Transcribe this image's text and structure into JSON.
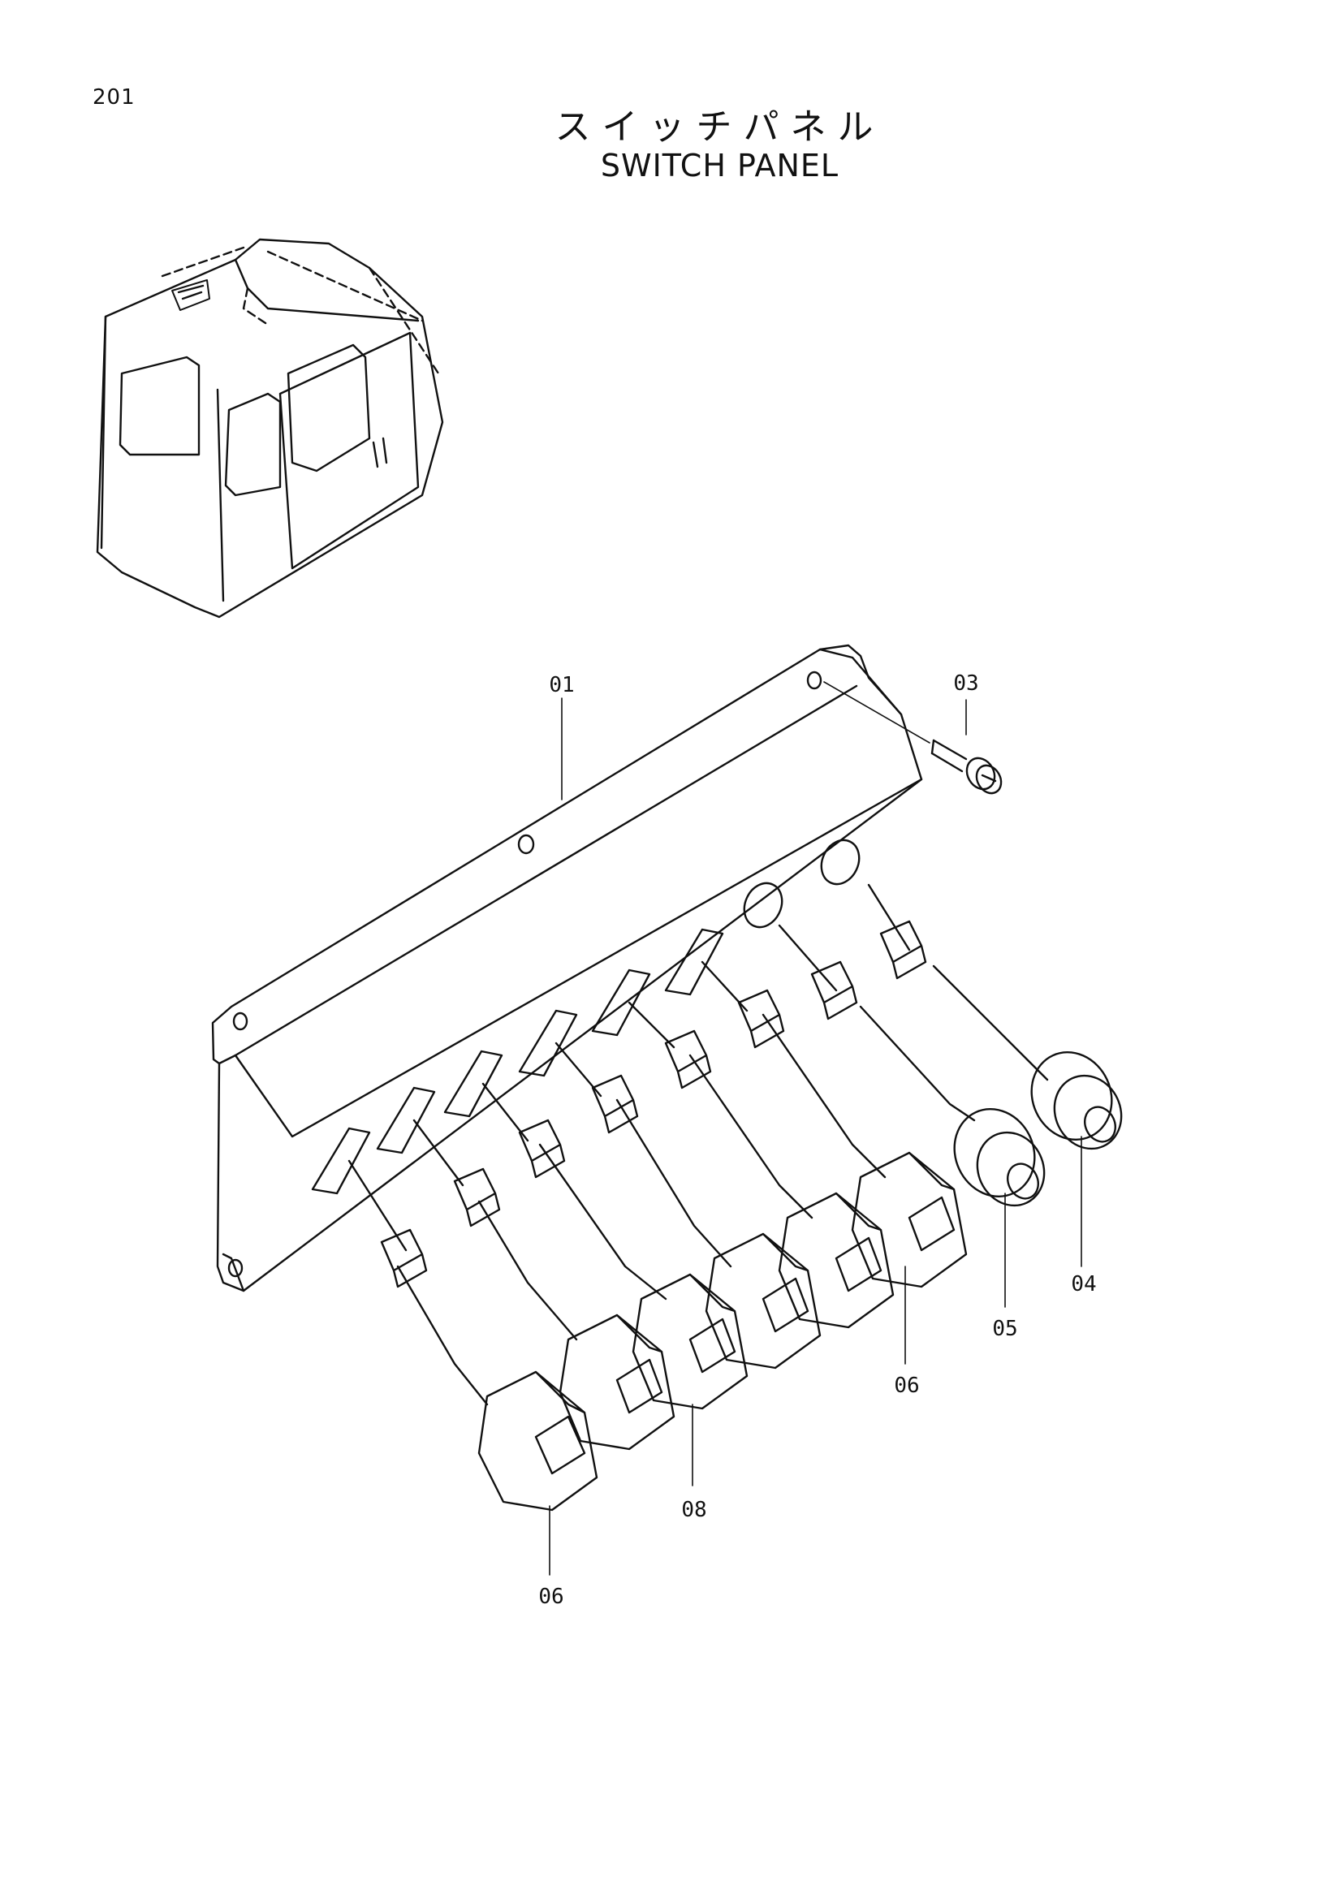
{
  "page_number": "201",
  "title_japanese": "スイッチパネル",
  "title_english": "SWITCH PANEL",
  "callouts": [
    {
      "id": "c01",
      "label": "01"
    },
    {
      "id": "c03",
      "label": "03"
    },
    {
      "id": "c04",
      "label": "04"
    },
    {
      "id": "c05",
      "label": "05"
    },
    {
      "id": "c06a",
      "label": "06"
    },
    {
      "id": "c06b",
      "label": "06"
    },
    {
      "id": "c08",
      "label": "08"
    }
  ]
}
